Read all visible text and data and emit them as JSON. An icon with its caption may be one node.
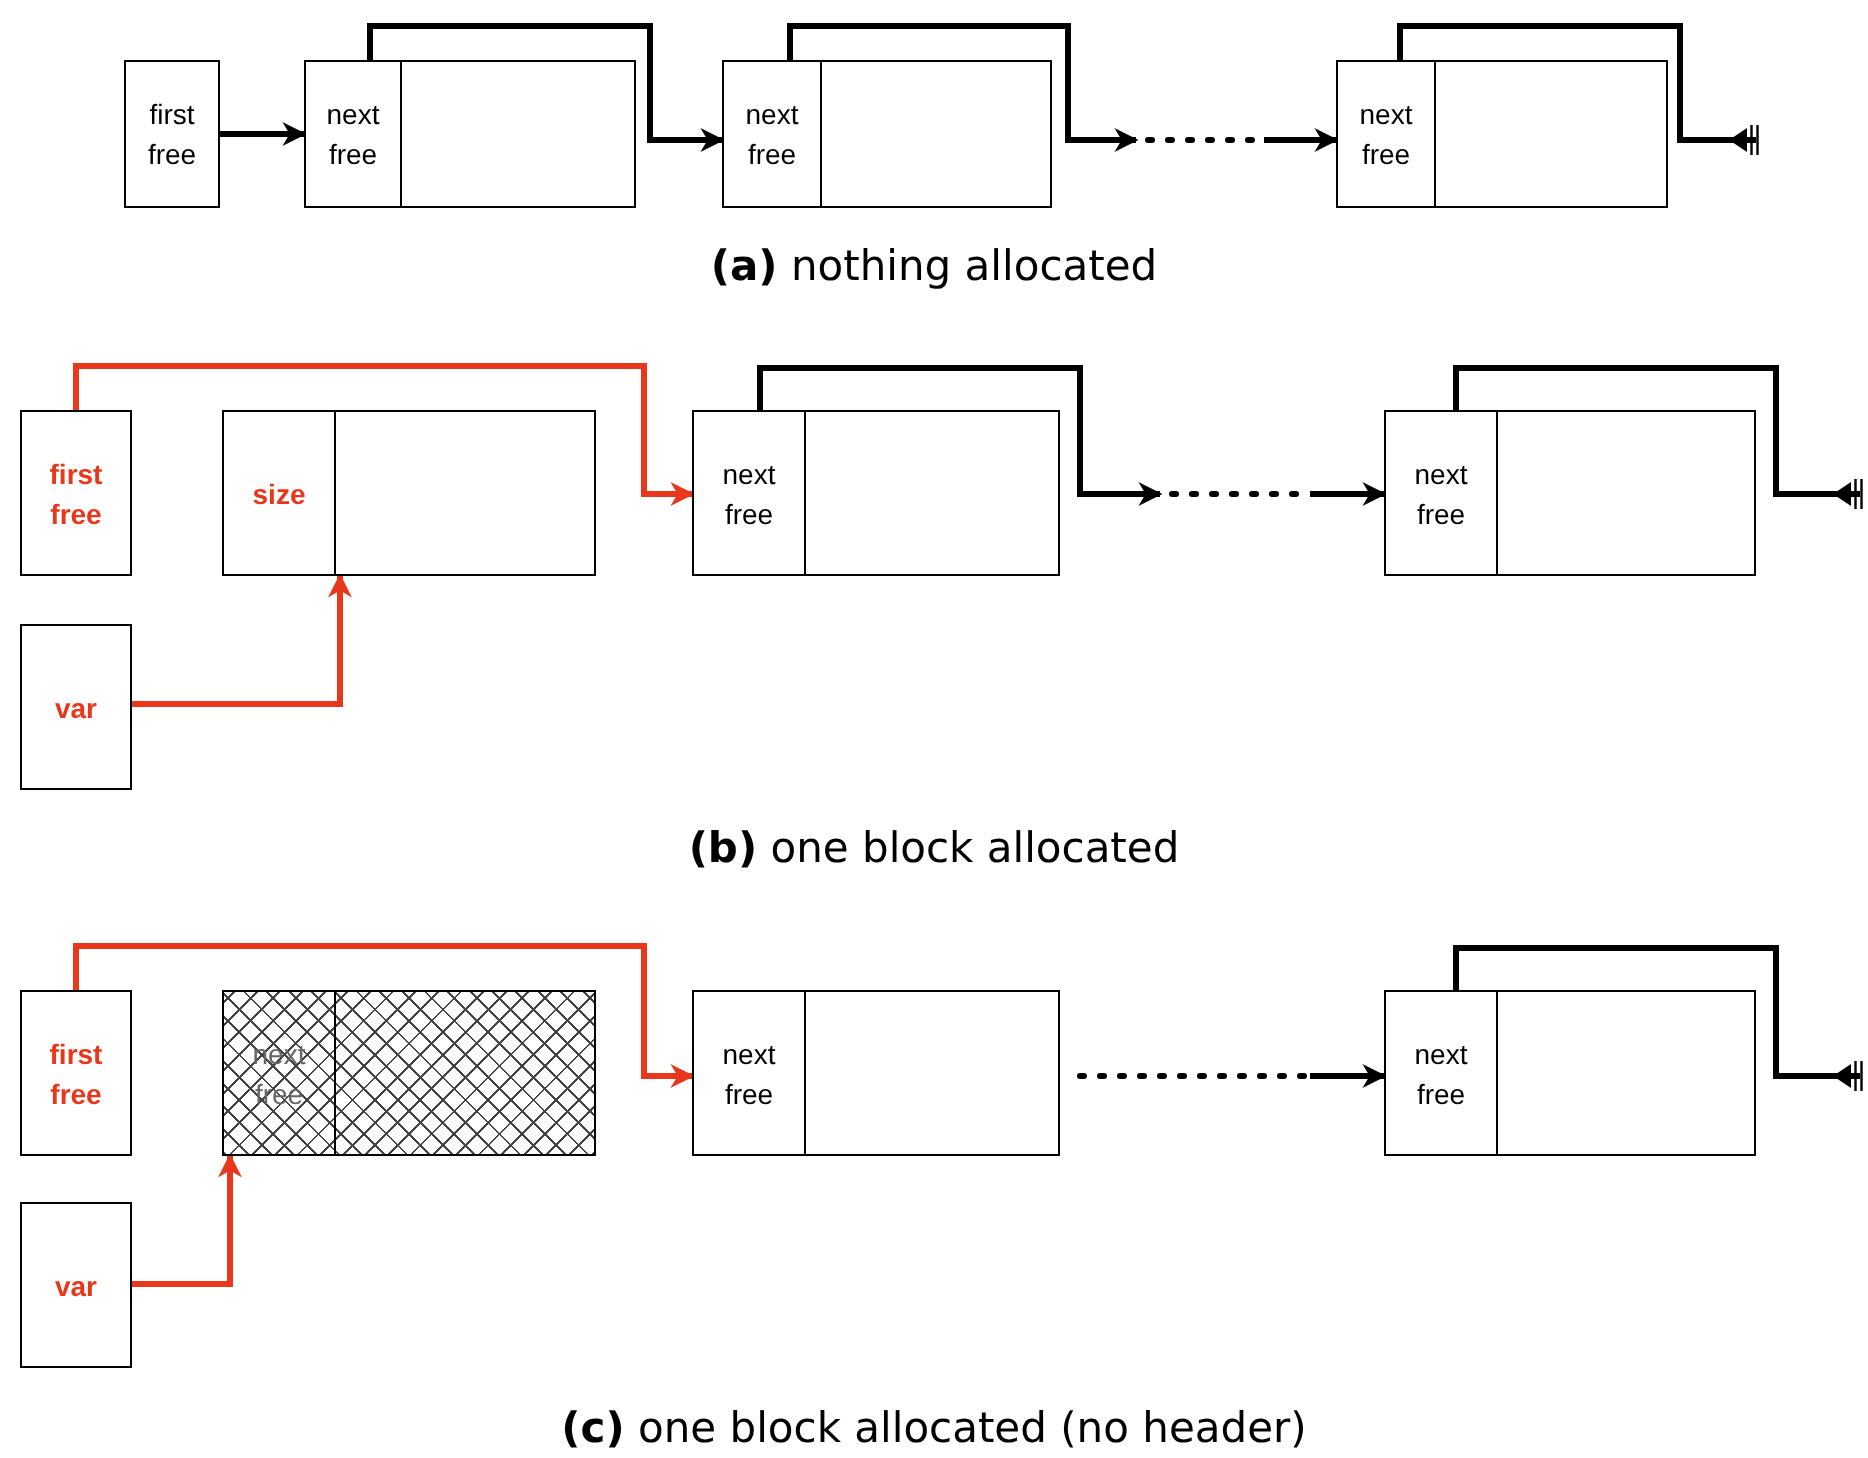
{
  "diagram": {
    "nodes": [
      {
        "text": [
          "first free"
        ]
      },
      {
        "text": [
          "next free"
        ]
      },
      {
        "text": [
          "next free"
        ]
      },
      {
        "text": [
          "next free"
        ]
      },
      {
        "text": [
          "first free"
        ]
      },
      {
        "text": [
          "size"
        ]
      },
      {
        "text": [
          "var"
        ]
      },
      {
        "text": [
          "next free"
        ]
      },
      {
        "text": [
          "next free"
        ]
      },
      {
        "text": [
          "first free"
        ]
      },
      {
        "text": [
          "next free"
        ]
      },
      {
        "text": [
          "var"
        ]
      },
      {
        "text": [
          "next free"
        ]
      },
      {
        "text": [
          "next free"
        ]
      }
    ],
    "edges": [
      {
        "from": 0,
        "to": 1,
        "arrow": "to"
      },
      {
        "from": 1,
        "to": 2,
        "arrow": "to"
      },
      {
        "from": 2,
        "to": null,
        "arrow": "to"
      },
      {
        "from": null,
        "to": 3,
        "arrow": "to"
      },
      {
        "from": 3,
        "to": null,
        "arrow": "other"
      },
      {
        "from": 4,
        "to": 7,
        "arrow": "to",
        "color": "#e8371a"
      },
      {
        "from": 6,
        "to": 5,
        "arrow": "to",
        "color": "#e8371a"
      },
      {
        "from": 7,
        "to": null,
        "arrow": "to"
      },
      {
        "from": null,
        "to": 8,
        "arrow": "to"
      },
      {
        "from": 8,
        "to": null,
        "arrow": "other"
      },
      {
        "from": 9,
        "to": 12,
        "arrow": "to",
        "color": "#e8371a"
      },
      {
        "from": 11,
        "to": 10,
        "arrow": "to",
        "color": "#e8371a"
      },
      {
        "from": null,
        "to": 13,
        "arrow": "to"
      },
      {
        "from": 13,
        "to": null,
        "arrow": "other"
      }
    ],
    "labels": [
      "**(a)** nothing allocated",
      "**(b)** one block allocated",
      "**(c)** one block allocated (no header)"
    ]
  }
}
